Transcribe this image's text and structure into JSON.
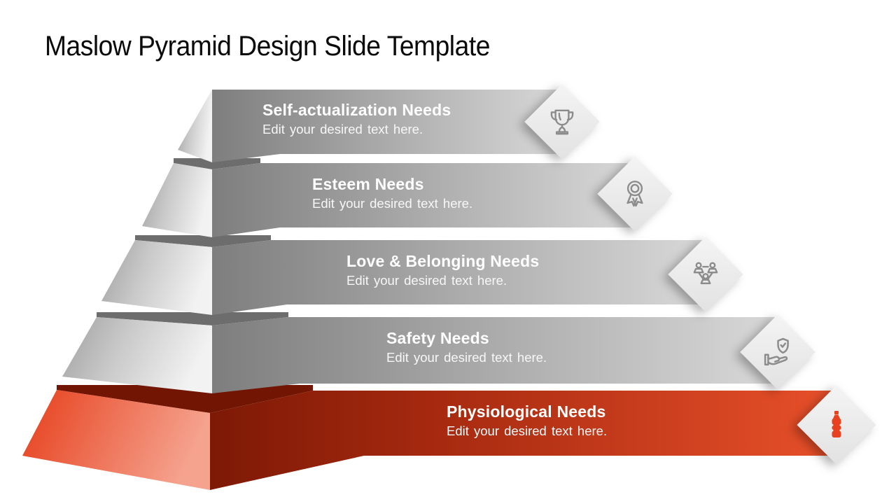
{
  "slide": {
    "title": "Maslow Pyramid Design Slide Template"
  },
  "levels": [
    {
      "rank": 1,
      "title": "Self-actualization Needs",
      "subtitle": "Edit your desired text here.",
      "icon": "trophy-icon"
    },
    {
      "rank": 2,
      "title": "Esteem Needs",
      "subtitle": "Edit your desired text here.",
      "icon": "medal-icon"
    },
    {
      "rank": 3,
      "title": "Love & Belonging Needs",
      "subtitle": "Edit your desired text here.",
      "icon": "team-icon"
    },
    {
      "rank": 4,
      "title": "Safety Needs",
      "subtitle": "Edit your desired text here.",
      "icon": "shield-hand-icon"
    },
    {
      "rank": 5,
      "title": "Physiological Needs",
      "subtitle": "Edit your desired text here.",
      "icon": "water-bottle-icon",
      "accent": true
    }
  ],
  "colors": {
    "title_black": "#0a0a0a",
    "text_white": "#ffffff",
    "gray_bar_dark": "#7e7e7e",
    "gray_bar_light": "#d9d9d9",
    "gray_left_dark": "#9f9f9f",
    "gray_left_mid": "#c9c9c9",
    "gray_left_light": "#f2f2f2",
    "gray_band": "#6d6d6d",
    "red_bar_dark": "#7d1906",
    "red_bar_mid": "#a5290f",
    "red_bar_light": "#e8502a",
    "red_left_dark": "#e63e1a",
    "red_left_light": "#f5a28e",
    "red_band": "#731503",
    "icon_gray": "#8c8c8c",
    "accent_red": "#e8411f",
    "diamond_light": "#f4f4f4",
    "diamond_dark": "#e2e2e2"
  }
}
